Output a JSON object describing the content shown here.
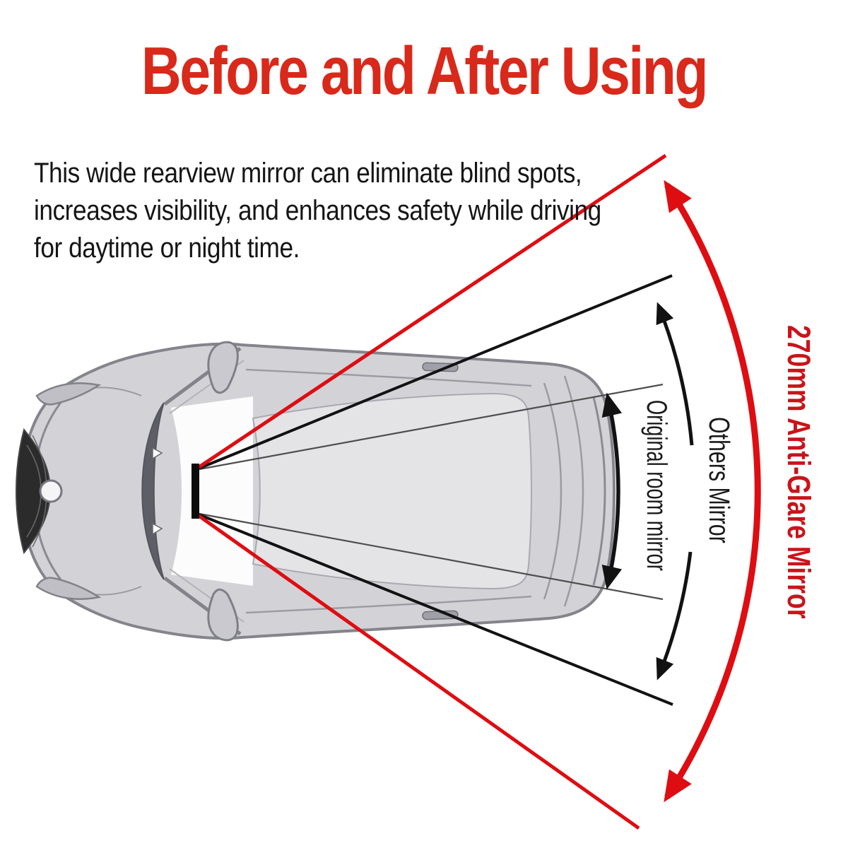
{
  "title": {
    "text": "Before and After Using",
    "color": "#d8291b"
  },
  "description": {
    "line1": "This wide rearview mirror can eliminate blind spots,",
    "line2": "increases visibility, and enhances safety while driving",
    "line3": "for daytime or night time."
  },
  "labels": {
    "original_mirror": "Original room mirror",
    "others_mirror": "Others Mirror",
    "anti_glare_mirror": "270mm Anti-Glare Mirror"
  },
  "colors": {
    "title_red": "#d8291b",
    "fov_red": "#de0d12",
    "fov_black": "#121212",
    "fov_gray": "#4e4e4e",
    "label_red": "#c9141a",
    "car_body": "#d3d3d7",
    "car_glass": "#e4e4e7",
    "windshield": "#5e5e67"
  },
  "icons": {
    "car": "top-view-car",
    "mirror_marker": "interior-rearview-mirror",
    "arrows": "field-of-view-arc-arrows"
  }
}
